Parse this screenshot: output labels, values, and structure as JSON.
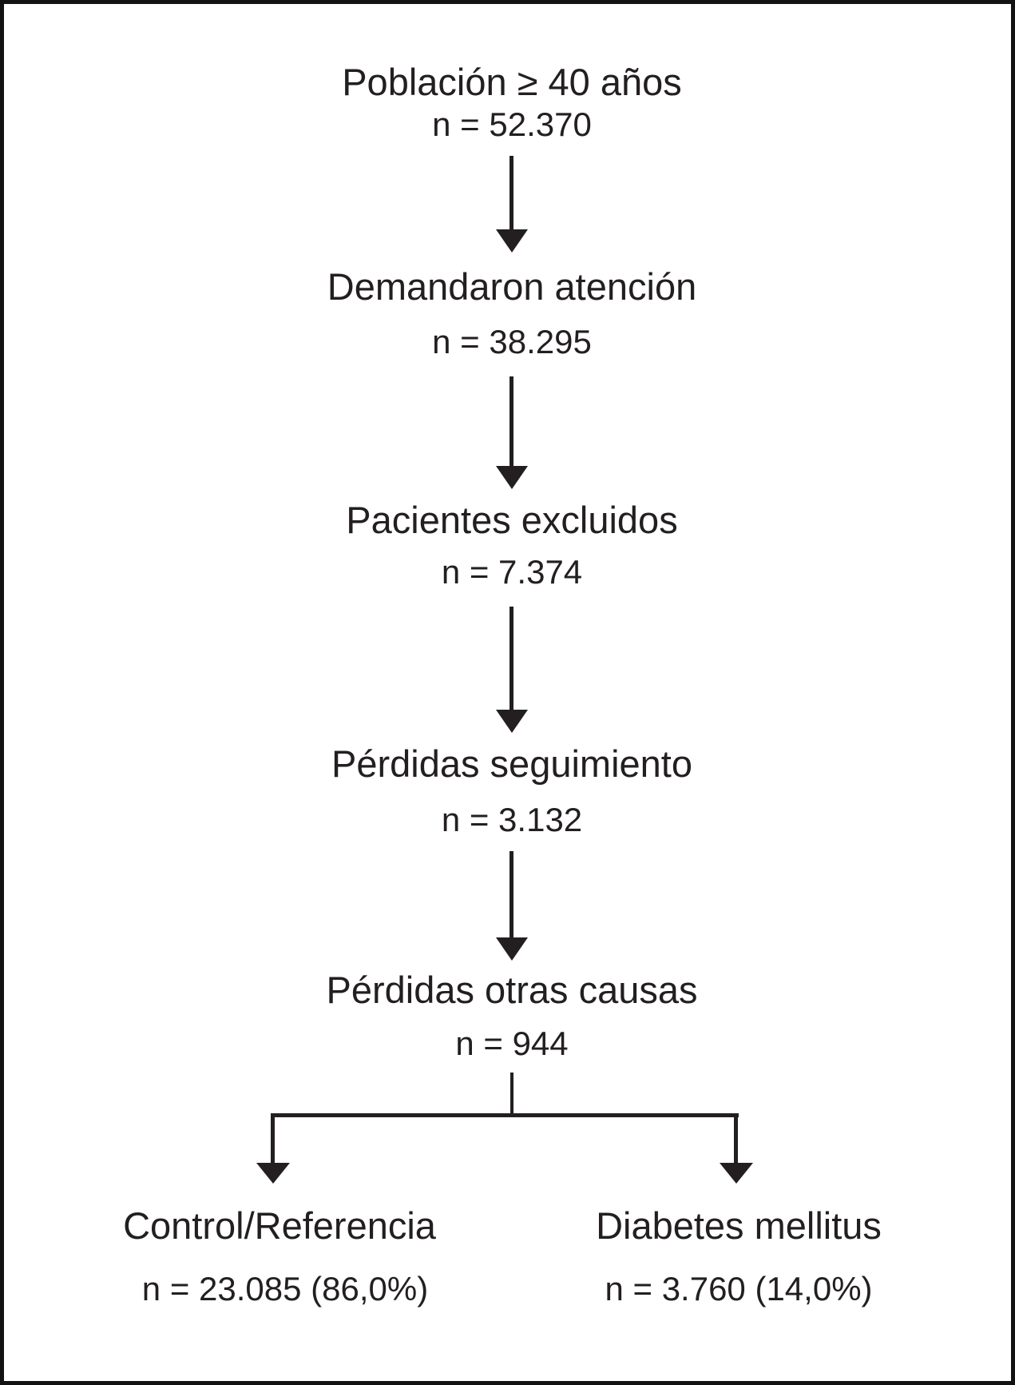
{
  "diagram": {
    "type": "flowchart",
    "background_color": "#ffffff",
    "ink_color": "#231f20",
    "steps": [
      {
        "label": "Población ≥ 40 años",
        "value": "n = 52.370"
      },
      {
        "label": "Demandaron atención",
        "value": "n = 38.295"
      },
      {
        "label": "Pacientes excluidos",
        "value": "n = 7.374"
      },
      {
        "label": "Pérdidas seguimiento",
        "value": "n = 3.132"
      },
      {
        "label": "Pérdidas otras causas",
        "value": "n = 944"
      }
    ],
    "branches": [
      {
        "label": "Control/Referencia",
        "value": "n = 23.085 (86,0%)"
      },
      {
        "label": "Diabetes mellitus",
        "value": "n = 3.760 (14,0%)"
      }
    ]
  }
}
